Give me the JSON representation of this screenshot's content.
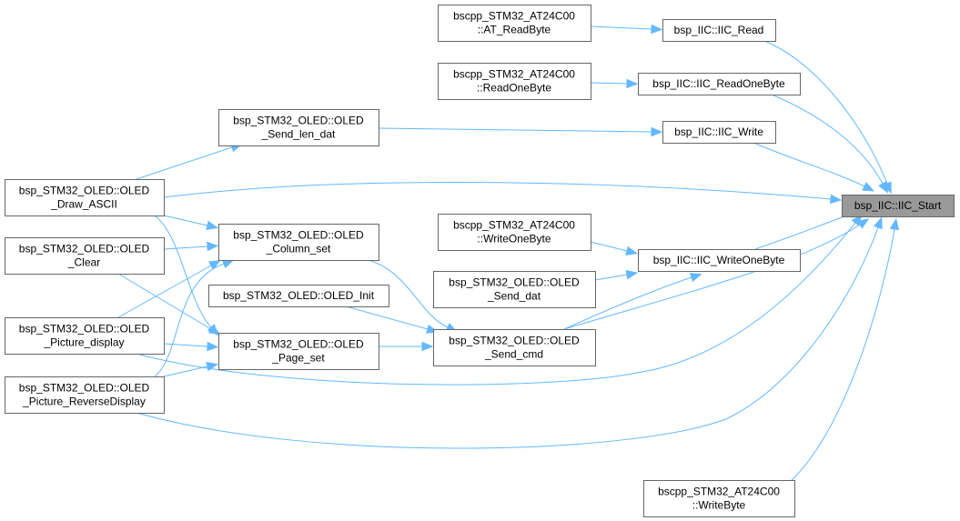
{
  "graph": {
    "type": "caller-graph",
    "edge_color": "#63b8ff",
    "focus_fill": "#999999",
    "nodes": [
      {
        "id": "start",
        "lines": [
          "bsp_IIC::IIC_Start"
        ],
        "focus": true
      },
      {
        "id": "read",
        "lines": [
          "bsp_IIC::IIC_Read"
        ]
      },
      {
        "id": "readone",
        "lines": [
          "bsp_IIC::IIC_ReadOneByte"
        ]
      },
      {
        "id": "write",
        "lines": [
          "bsp_IIC::IIC_Write"
        ]
      },
      {
        "id": "writeone",
        "lines": [
          "bsp_IIC::IIC_WriteOneByte"
        ]
      },
      {
        "id": "at_readbyte",
        "lines": [
          "bscpp_STM32_AT24C00",
          "::AT_ReadByte"
        ]
      },
      {
        "id": "at_readonebyte",
        "lines": [
          "bscpp_STM32_AT24C00",
          "::ReadOneByte"
        ]
      },
      {
        "id": "at_writeonebyte",
        "lines": [
          "bscpp_STM32_AT24C00",
          "::WriteOneByte"
        ]
      },
      {
        "id": "at_writebyte",
        "lines": [
          "bscpp_STM32_AT24C00",
          "::WriteByte"
        ]
      },
      {
        "id": "send_len_dat",
        "lines": [
          "bsp_STM32_OLED::OLED",
          "_Send_len_dat"
        ]
      },
      {
        "id": "send_dat",
        "lines": [
          "bsp_STM32_OLED::OLED",
          "_Send_dat"
        ]
      },
      {
        "id": "send_cmd",
        "lines": [
          "bsp_STM32_OLED::OLED",
          "_Send_cmd"
        ]
      },
      {
        "id": "column_set",
        "lines": [
          "bsp_STM32_OLED::OLED",
          "_Column_set"
        ]
      },
      {
        "id": "page_set",
        "lines": [
          "bsp_STM32_OLED::OLED",
          "_Page_set"
        ]
      },
      {
        "id": "oled_init",
        "lines": [
          "bsp_STM32_OLED::OLED_Init"
        ]
      },
      {
        "id": "draw_ascii",
        "lines": [
          "bsp_STM32_OLED::OLED",
          "_Draw_ASCII"
        ]
      },
      {
        "id": "clear",
        "lines": [
          "bsp_STM32_OLED::OLED",
          "_Clear"
        ]
      },
      {
        "id": "pic_display",
        "lines": [
          "bsp_STM32_OLED::OLED",
          "_Picture_display"
        ]
      },
      {
        "id": "pic_reverse",
        "lines": [
          "bsp_STM32_OLED::OLED",
          "_Picture_ReverseDisplay"
        ]
      }
    ],
    "edges": [
      {
        "from": "at_readbyte",
        "to": "read"
      },
      {
        "from": "at_readonebyte",
        "to": "readone"
      },
      {
        "from": "send_len_dat",
        "to": "write"
      },
      {
        "from": "read",
        "to": "start"
      },
      {
        "from": "readone",
        "to": "start"
      },
      {
        "from": "write",
        "to": "start"
      },
      {
        "from": "writeone",
        "to": "start"
      },
      {
        "from": "draw_ascii",
        "to": "start"
      },
      {
        "from": "pic_display",
        "to": "start"
      },
      {
        "from": "pic_reverse",
        "to": "start"
      },
      {
        "from": "send_cmd",
        "to": "start"
      },
      {
        "from": "at_writebyte",
        "to": "start"
      },
      {
        "from": "at_writeonebyte",
        "to": "writeone"
      },
      {
        "from": "send_dat",
        "to": "writeone"
      },
      {
        "from": "send_cmd",
        "to": "writeone"
      },
      {
        "from": "draw_ascii",
        "to": "send_len_dat"
      },
      {
        "from": "draw_ascii",
        "to": "column_set"
      },
      {
        "from": "draw_ascii",
        "to": "page_set"
      },
      {
        "from": "clear",
        "to": "column_set"
      },
      {
        "from": "clear",
        "to": "page_set"
      },
      {
        "from": "pic_display",
        "to": "column_set"
      },
      {
        "from": "pic_display",
        "to": "page_set"
      },
      {
        "from": "pic_reverse",
        "to": "column_set"
      },
      {
        "from": "pic_reverse",
        "to": "page_set"
      },
      {
        "from": "column_set",
        "to": "send_cmd"
      },
      {
        "from": "oled_init",
        "to": "send_cmd"
      },
      {
        "from": "page_set",
        "to": "send_cmd"
      }
    ]
  }
}
